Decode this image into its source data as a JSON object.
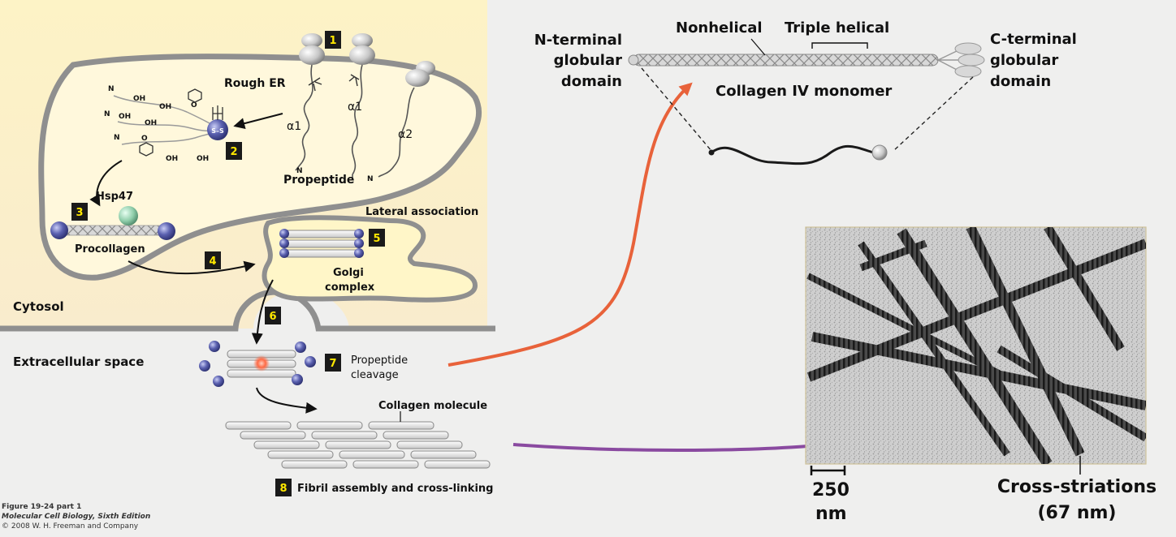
{
  "regions": {
    "rough_er": "Rough ER",
    "cytosol": "Cytosol",
    "extracellular": "Extracellular space"
  },
  "steps": [
    "1",
    "2",
    "3",
    "4",
    "5",
    "6",
    "7",
    "8"
  ],
  "labels": {
    "alpha1_a": "α1",
    "alpha1_b": "α1",
    "alpha2": "α2",
    "propeptide": "Propeptide",
    "hsp47": "Hsp47",
    "procollagen": "Procollagen",
    "lateral_association": "Lateral association",
    "golgi_line1": "Golgi",
    "golgi_line2": "complex",
    "cleavage_line1": "Propeptide",
    "cleavage_line2": "cleavage",
    "collagen_molecule": "Collagen molecule",
    "fibril_assembly": "Fibril assembly and cross-linking",
    "n": "N",
    "oh": "OH",
    "o": "O",
    "ss": "S–S"
  },
  "monomer": {
    "n_terminal": [
      "N-terminal",
      "globular",
      "domain"
    ],
    "nonhelical": "Nonhelical",
    "triple_helical": "Triple helical",
    "c_terminal": [
      "C-terminal",
      "globular",
      "domain"
    ],
    "title": "Collagen IV monomer"
  },
  "micrograph": {
    "scale_value": "250",
    "scale_unit": "nm",
    "cross_line1": "Cross-striations",
    "cross_line2": "(67 nm)"
  },
  "caption": {
    "line1": "Figure 19-24 part 1",
    "line2": "Molecular Cell Biology, Sixth Edition",
    "line3": "© 2008 W. H. Freeman and Company"
  },
  "colors": {
    "background": "#efefee",
    "cell_fill": "#fdf0c3",
    "membrane": "#8f8f8f",
    "globule": "#4a4f9a",
    "hsp47": "#9fd6b6",
    "orange_arrow": "#e8623a",
    "purple_arrow": "#8a4aa0",
    "step_box": "#1a1a1a"
  }
}
